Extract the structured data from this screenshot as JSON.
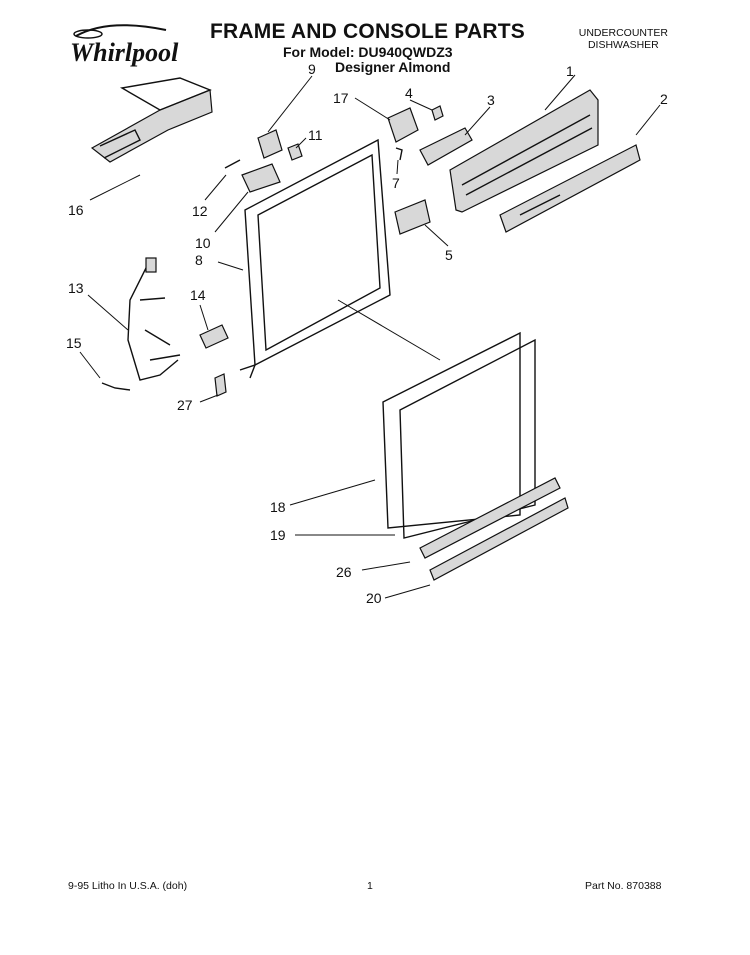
{
  "header": {
    "brand": "Whirlpool",
    "title": "FRAME AND CONSOLE PARTS",
    "model_line": "For Model: DU940QWDZ3",
    "color_line": "Designer Almond",
    "category_line1": "UNDERCOUNTER",
    "category_line2": "DISHWASHER"
  },
  "callouts": [
    "1",
    "2",
    "3",
    "4",
    "5",
    "7",
    "8",
    "9",
    "10",
    "11",
    "12",
    "13",
    "14",
    "15",
    "16",
    "17",
    "18",
    "19",
    "20",
    "26",
    "27"
  ],
  "footer": {
    "left": "9-95 Litho In U.S.A. (doh)",
    "center": "1",
    "right": "Part No. 870388"
  }
}
